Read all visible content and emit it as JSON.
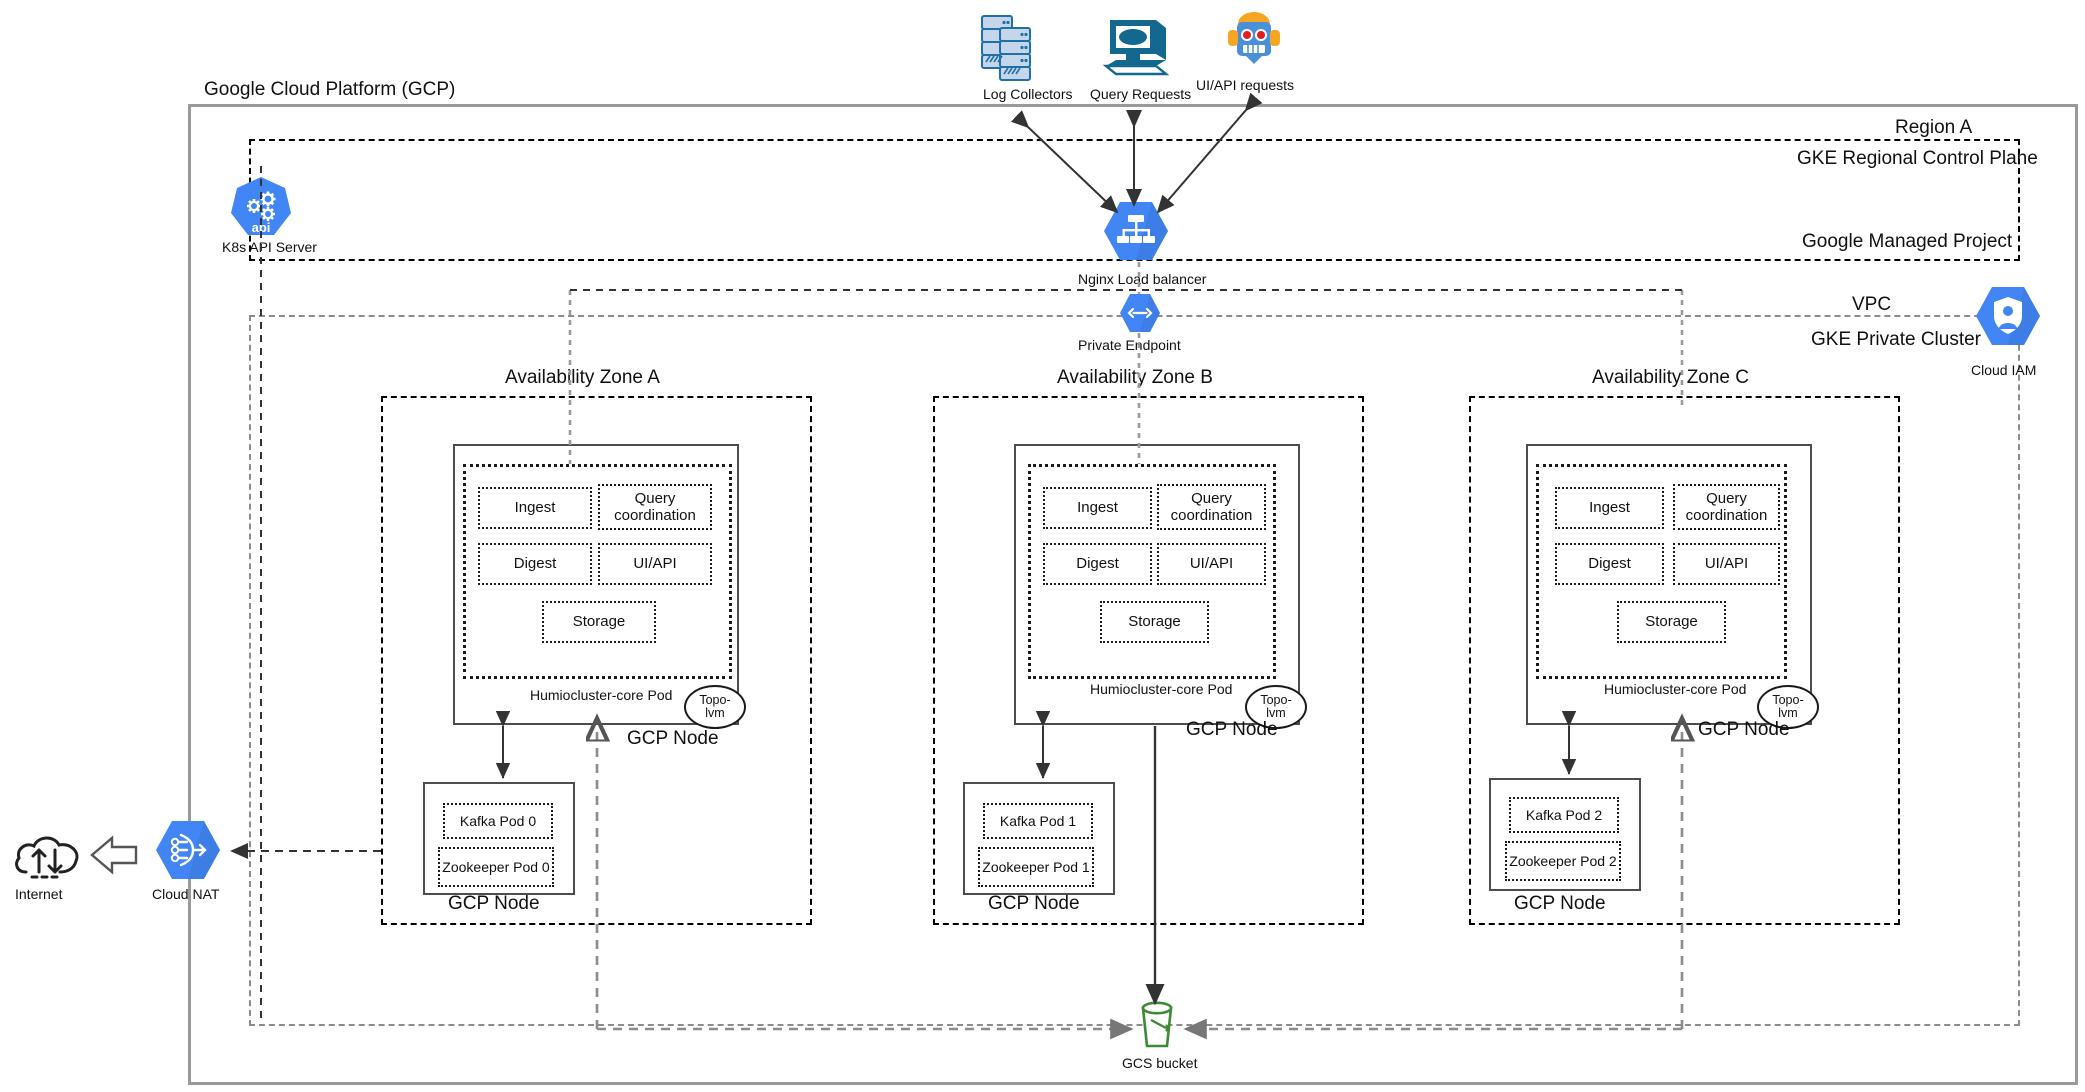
{
  "diagram": {
    "title": "Google Cloud Platform (GCP)",
    "zones": {
      "region_label": "Region A",
      "control_plane_label": "GKE Regional Control Plane",
      "managed_project_label": "Google Managed Project",
      "vpc_label": "VPC",
      "private_cluster_label": "GKE Private Cluster"
    },
    "external_clients": [
      {
        "id": "log-collectors",
        "label": "Log Collectors",
        "icon": "server-stack-icon"
      },
      {
        "id": "query-requests",
        "label": "Query Requests",
        "icon": "desktop-monitor-icon"
      },
      {
        "id": "ui-api-requests",
        "label": "UI/API requests",
        "icon": "robot-icon"
      }
    ],
    "services": {
      "k8s_api_server": {
        "label": "K8s API Server",
        "icon": "kubernetes-icon",
        "badge": "api"
      },
      "load_balancer": {
        "label": "Nginx Load balancer",
        "icon": "load-balancer-icon"
      },
      "private_endpoint": {
        "label": "Private Endpoint",
        "icon": "private-endpoint-icon"
      },
      "cloud_iam": {
        "label": "Cloud IAM",
        "icon": "shield-person-icon"
      },
      "cloud_nat": {
        "label": "Cloud NAT",
        "icon": "cloud-nat-icon"
      },
      "internet": {
        "label": "Internet",
        "icon": "cloud-arrows-icon"
      },
      "gcs_bucket": {
        "label": "GCS bucket",
        "icon": "bucket-icon"
      }
    },
    "availability_zones": [
      {
        "name": "Availability Zone A",
        "core_node": {
          "node_label": "GCP Node",
          "pod_label": "Humiocluster-core Pod",
          "topolvm_label": "Topo-\nlvm",
          "components": [
            "Ingest",
            "Query coordination",
            "Digest",
            "UI/API",
            "Storage"
          ]
        },
        "broker_node": {
          "node_label": "GCP Node",
          "pods": [
            "Kafka Pod 0",
            "Zookeeper Pod 0"
          ]
        }
      },
      {
        "name": "Availability Zone B",
        "core_node": {
          "node_label": "GCP Node",
          "pod_label": "Humiocluster-core Pod",
          "topolvm_label": "Topo-\nlvm",
          "components": [
            "Ingest",
            "Query coordination",
            "Digest",
            "UI/API",
            "Storage"
          ]
        },
        "broker_node": {
          "node_label": "GCP Node",
          "pods": [
            "Kafka Pod 1",
            "Zookeeper Pod 1"
          ]
        }
      },
      {
        "name": "Availability Zone C",
        "core_node": {
          "node_label": "GCP Node",
          "pod_label": "Humiocluster-core Pod",
          "topolvm_label": "Topo-\nlvm",
          "components": [
            "Ingest",
            "Query coordination",
            "Digest",
            "UI/API",
            "Storage"
          ]
        },
        "broker_node": {
          "node_label": "GCP Node",
          "pods": [
            "Kafka Pod 2",
            "Zookeeper Pod 2"
          ]
        }
      }
    ],
    "colors": {
      "gcp_blue": "#4285F4",
      "gcp_blue_dark": "#3367D6",
      "bucket_green": "#3C8A35",
      "icon_teal": "#12688F",
      "boundary_gray": "#9a9a9a",
      "line_dark": "#333333"
    }
  }
}
